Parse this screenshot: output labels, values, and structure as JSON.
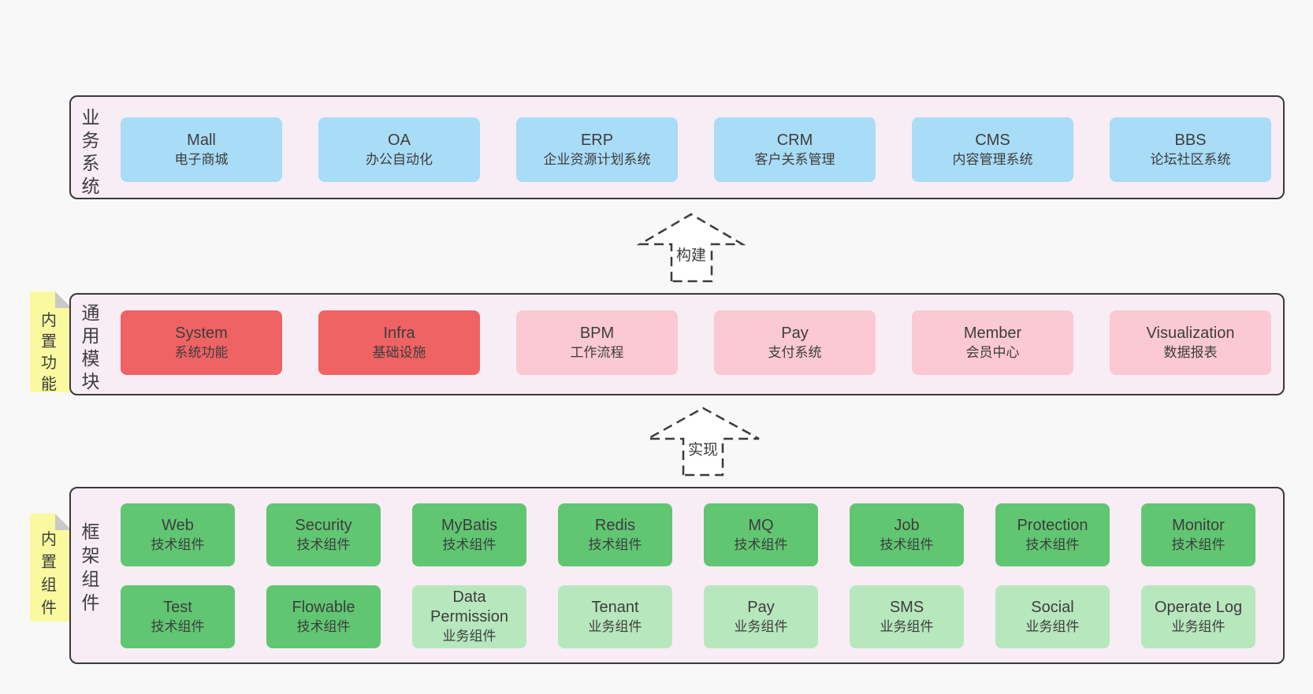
{
  "palette": {
    "page_bg": "#f8f8f8",
    "band_bg": "#f8edf5",
    "band_border": "#3a3a3a",
    "blue": "#a9dcf6",
    "red": "#ef6364",
    "pink": "#fbc9d3",
    "green": "#61c672",
    "green_light": "#b7e7bd",
    "sticky_yellow": "#fbf99f",
    "sticky_fold": "#c9c9c9",
    "text": "#3d3d3d"
  },
  "bands": [
    {
      "label": "业务系统",
      "rows": [
        [
          {
            "en": "Mall",
            "zh": "电子商城",
            "variant": "blue"
          },
          {
            "en": "OA",
            "zh": "办公自动化",
            "variant": "blue"
          },
          {
            "en": "ERP",
            "zh": "企业资源计划系统",
            "variant": "blue"
          },
          {
            "en": "CRM",
            "zh": "客户关系管理",
            "variant": "blue"
          },
          {
            "en": "CMS",
            "zh": "内容管理系统",
            "variant": "blue"
          },
          {
            "en": "BBS",
            "zh": "论坛社区系统",
            "variant": "blue"
          }
        ]
      ]
    },
    {
      "label": "通用模块",
      "sticky": "内置功能",
      "rows": [
        [
          {
            "en": "System",
            "zh": "系统功能",
            "variant": "red"
          },
          {
            "en": "Infra",
            "zh": "基础设施",
            "variant": "red"
          },
          {
            "en": "BPM",
            "zh": "工作流程",
            "variant": "pink"
          },
          {
            "en": "Pay",
            "zh": "支付系统",
            "variant": "pink"
          },
          {
            "en": "Member",
            "zh": "会员中心",
            "variant": "pink"
          },
          {
            "en": "Visualization",
            "zh": "数据报表",
            "variant": "pink"
          }
        ]
      ]
    },
    {
      "label": "框架组件",
      "sticky": "内置组件",
      "rows": [
        [
          {
            "en": "Web",
            "zh": "技术组件",
            "variant": "green"
          },
          {
            "en": "Security",
            "zh": "技术组件",
            "variant": "green"
          },
          {
            "en": "MyBatis",
            "zh": "技术组件",
            "variant": "green"
          },
          {
            "en": "Redis",
            "zh": "技术组件",
            "variant": "green"
          },
          {
            "en": "MQ",
            "zh": "技术组件",
            "variant": "green"
          },
          {
            "en": "Job",
            "zh": "技术组件",
            "variant": "green"
          },
          {
            "en": "Protection",
            "zh": "技术组件",
            "variant": "green"
          },
          {
            "en": "Monitor",
            "zh": "技术组件",
            "variant": "green"
          }
        ],
        [
          {
            "en": "Test",
            "zh": "技术组件",
            "variant": "green"
          },
          {
            "en": "Flowable",
            "zh": "技术组件",
            "variant": "green"
          },
          {
            "en": "Data Permission",
            "zh": "业务组件",
            "variant": "green-light"
          },
          {
            "en": "Tenant",
            "zh": "业务组件",
            "variant": "green-light"
          },
          {
            "en": "Pay",
            "zh": "业务组件",
            "variant": "green-light"
          },
          {
            "en": "SMS",
            "zh": "业务组件",
            "variant": "green-light"
          },
          {
            "en": "Social",
            "zh": "业务组件",
            "variant": "green-light"
          },
          {
            "en": "Operate Log",
            "zh": "业务组件",
            "variant": "green-light"
          }
        ]
      ]
    }
  ],
  "arrows": [
    {
      "label": "构建"
    },
    {
      "label": "实现"
    }
  ]
}
